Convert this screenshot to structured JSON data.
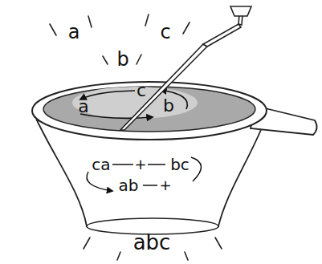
{
  "diagram": {
    "labels": [
      "a",
      "b",
      "c",
      "c",
      "a",
      "b",
      "ca",
      "+",
      "bc",
      "ab",
      "+",
      "abc"
    ]
  }
}
